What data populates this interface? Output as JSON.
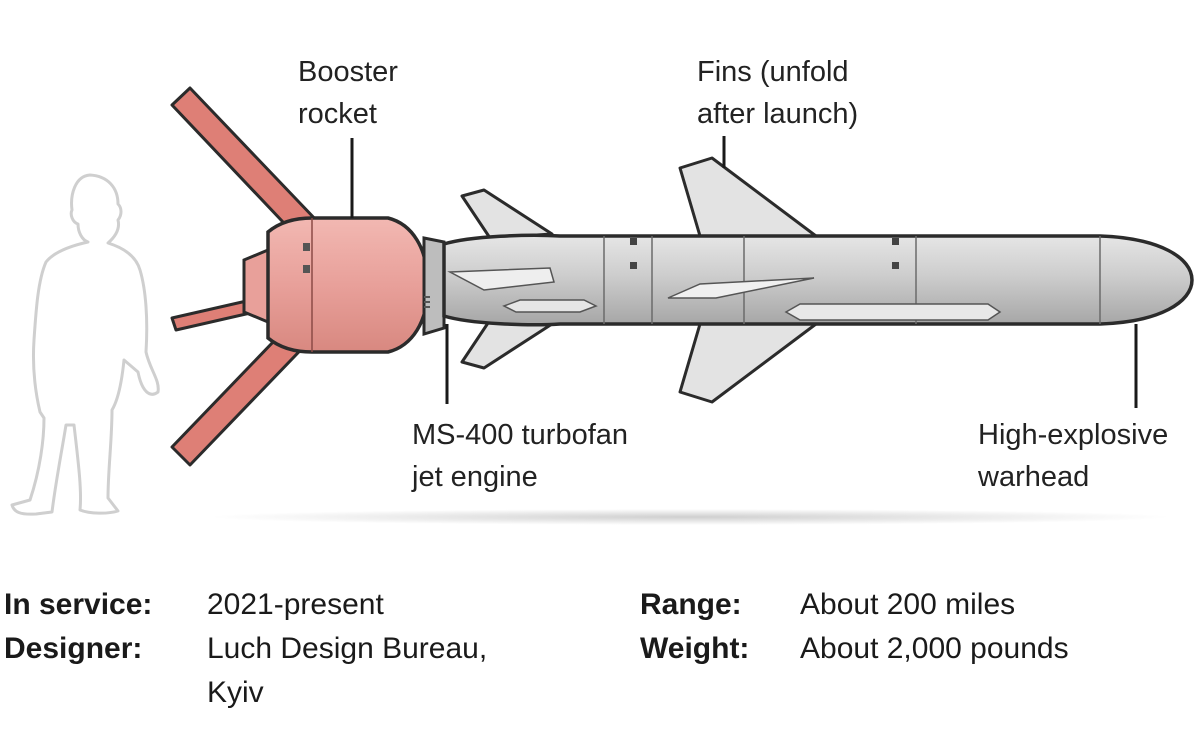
{
  "callouts": {
    "booster": [
      "Booster",
      "rocket"
    ],
    "fins": [
      "Fins (unfold",
      "after launch)"
    ],
    "engine": [
      "MS-400 turbofan",
      "jet engine"
    ],
    "warhead": [
      "High-explosive",
      "warhead"
    ]
  },
  "specs": {
    "in_service": {
      "label": "In service:",
      "value": "2021-present"
    },
    "designer": {
      "label": "Designer:",
      "value_line1": "Luch Design Bureau,",
      "value_line2": "Kyiv"
    },
    "range": {
      "label": "Range:",
      "value": "About 200 miles"
    },
    "weight": {
      "label": "Weight:",
      "value": "About 2,000 pounds"
    }
  },
  "colors": {
    "booster_fill": "#e8a09a",
    "booster_fins": "#de7f76",
    "body_fill": "#cfcfcf",
    "body_dark": "#a9a9a9",
    "outline": "#333333",
    "soldier_outline": "#cccccc",
    "shadow": "#d6d6d6"
  }
}
